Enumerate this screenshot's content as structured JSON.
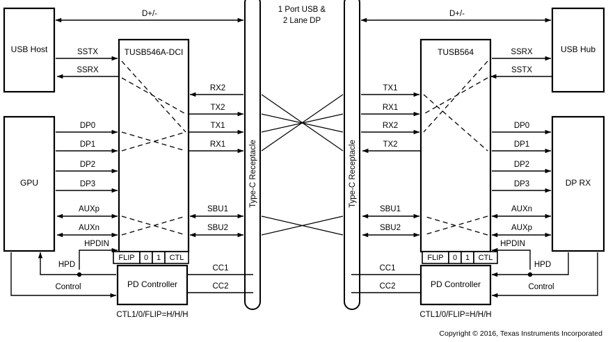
{
  "diagram": {
    "title_center": [
      "1 Port USB &",
      "2 Lane DP"
    ],
    "copyright": "Copyright © 2016, Texas Instruments Incorporated",
    "blocks": {
      "usb_host": "USB Host",
      "gpu": "GPU",
      "tusb546": "TUSB546A-DCI",
      "tusb564": "TUSB564",
      "usb_hub": "USB Hub",
      "dp_rx": "DP RX",
      "pd_controller_left": "PD Controller",
      "pd_controller_right": "PD Controller",
      "receptacle_left": "Type-C Receptacle",
      "receptacle_right": "Type-C Receptacle"
    },
    "ctl_strip": {
      "flip": "FLIP",
      "zero": "0",
      "one": "1",
      "ctl": "CTL"
    },
    "notes": {
      "left_config": "CTL1/0/FLIP=H/H/H",
      "right_config": "CTL1/0/FLIP=H/H/H"
    },
    "signals": {
      "top_left_bus": "D+/-",
      "top_right_bus": "D+/-",
      "host_to_mux": [
        "SSTX",
        "SSRX"
      ],
      "gpu_to_mux": [
        "DP0",
        "DP1",
        "DP2",
        "DP3",
        "AUXp",
        "AUXn",
        "HPDIN"
      ],
      "mux_left_to_recept": [
        "RX2",
        "TX2",
        "TX1",
        "RX1",
        "SBU1",
        "SBU2"
      ],
      "recept_to_mux_right": [
        "TX1",
        "RX1",
        "RX2",
        "TX2",
        "SBU1",
        "SBU2"
      ],
      "mux_right_to_hub": [
        "SSRX",
        "SSTX"
      ],
      "mux_right_to_dprx": [
        "DP0",
        "DP1",
        "DP2",
        "DP3",
        "AUXn",
        "AUXp",
        "HPDIN"
      ],
      "cc_left": [
        "CC1",
        "CC2"
      ],
      "cc_right": [
        "CC1",
        "CC2"
      ],
      "hpd_left": "HPD",
      "control_left": "Control",
      "hpd_right": "HPD",
      "control_right": "Control"
    }
  }
}
